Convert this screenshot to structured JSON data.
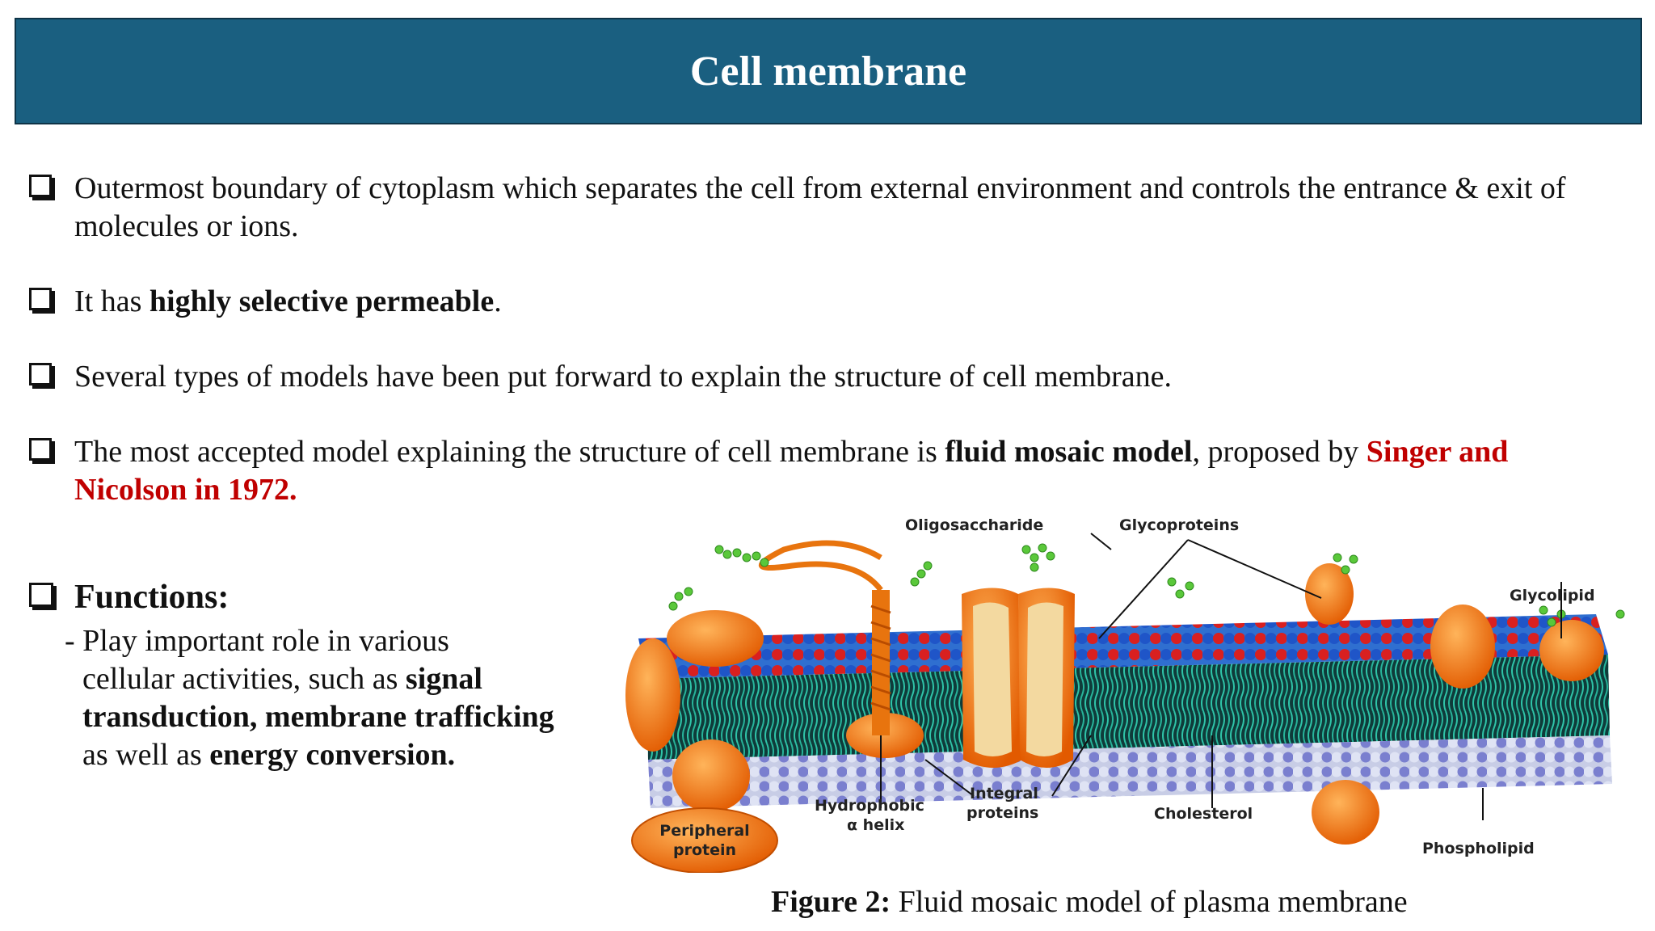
{
  "title": "Cell membrane",
  "bullets": [
    {
      "text": "Outermost boundary of cytoplasm which separates the cell from external environment and controls the entrance & exit of molecules or ions."
    },
    {
      "pre": "It has ",
      "bold": "highly selective permeable",
      "post": "."
    },
    {
      "text": "Several types of models have been put forward to explain the structure of cell membrane."
    },
    {
      "pre": "The most accepted model explaining the structure of cell membrane is ",
      "bold": "fluid mosaic model",
      "mid": ", proposed by ",
      "red": "Singer and Nicolson in 1972."
    }
  ],
  "functions": {
    "heading": "Functions:",
    "line1": "- Play important role in various",
    "line2_pre": "cellular activities, such as ",
    "line2_bold": "signal",
    "line3_bold": "transduction, membrane trafficking",
    "line4_pre": "as well as ",
    "line4_bold": "energy conversion."
  },
  "figure": {
    "labels": {
      "oligosaccharide": "Oligosaccharide",
      "glycoproteins": "Glycoproteins",
      "glycolipid": "Glycolipid",
      "hydrophobic1": "Hydrophobic",
      "hydrophobic2": "α helix",
      "integral1": "Integral",
      "integral2": "proteins",
      "cholesterol": "Cholesterol",
      "phospholipid": "Phospholipid",
      "peripheral1": "Peripheral",
      "peripheral2": "protein"
    },
    "caption_bold": "Figure 2:",
    "caption_text": " Fluid mosaic model of plasma membrane"
  }
}
